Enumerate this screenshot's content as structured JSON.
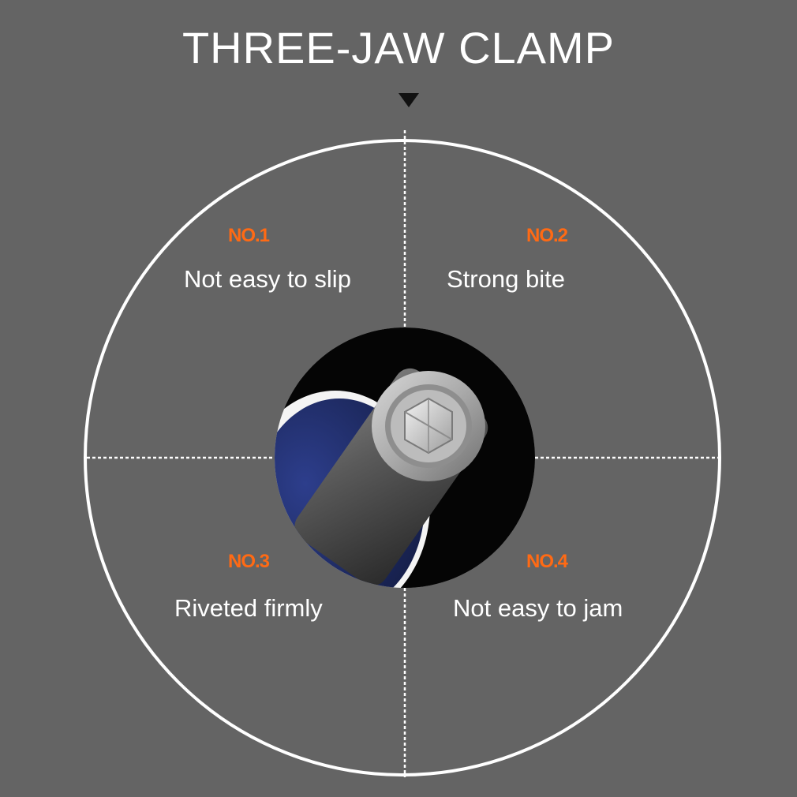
{
  "title": "THREE-JAW CLAMP",
  "features": [
    {
      "number": "NO.1",
      "text": "Not easy to slip"
    },
    {
      "number": "NO.2",
      "text": "Strong bite"
    },
    {
      "number": "NO.3",
      "text": "Riveted firmly"
    },
    {
      "number": "NO.4",
      "text": "Not easy to jam"
    }
  ],
  "colors": {
    "background": "#646464",
    "accent": "#ff6a14",
    "text": "#ffffff",
    "circle": "#ffffff"
  },
  "icons": {
    "pointer": "triangle-down-icon",
    "product": "screwdriver-bit-tip-illustration"
  }
}
